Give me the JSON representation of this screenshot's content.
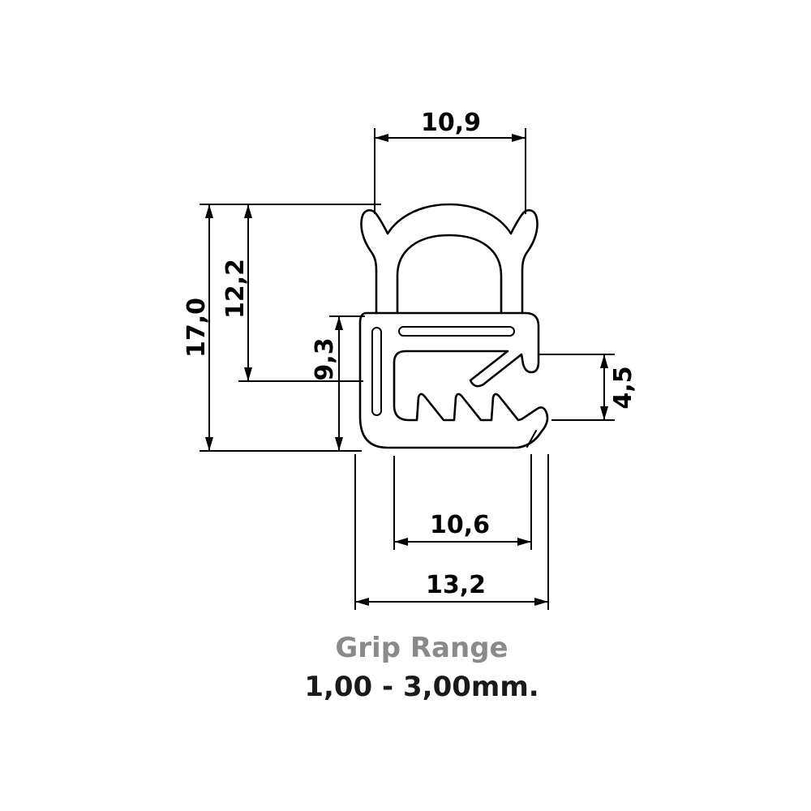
{
  "dimensions": {
    "top_width": "10,9",
    "overall_height": "17,0",
    "upper_height": "12,2",
    "clamp_height": "9,3",
    "opening_height": "4,5",
    "inner_width": "10,6",
    "overall_width": "13,2"
  },
  "caption": {
    "label": "Grip Range",
    "value": "1,00 - 3,00mm."
  },
  "colors": {
    "line": "#000000",
    "caption_label": "#8a8a8a",
    "caption_value": "#1a1a1a",
    "background": "#ffffff"
  }
}
